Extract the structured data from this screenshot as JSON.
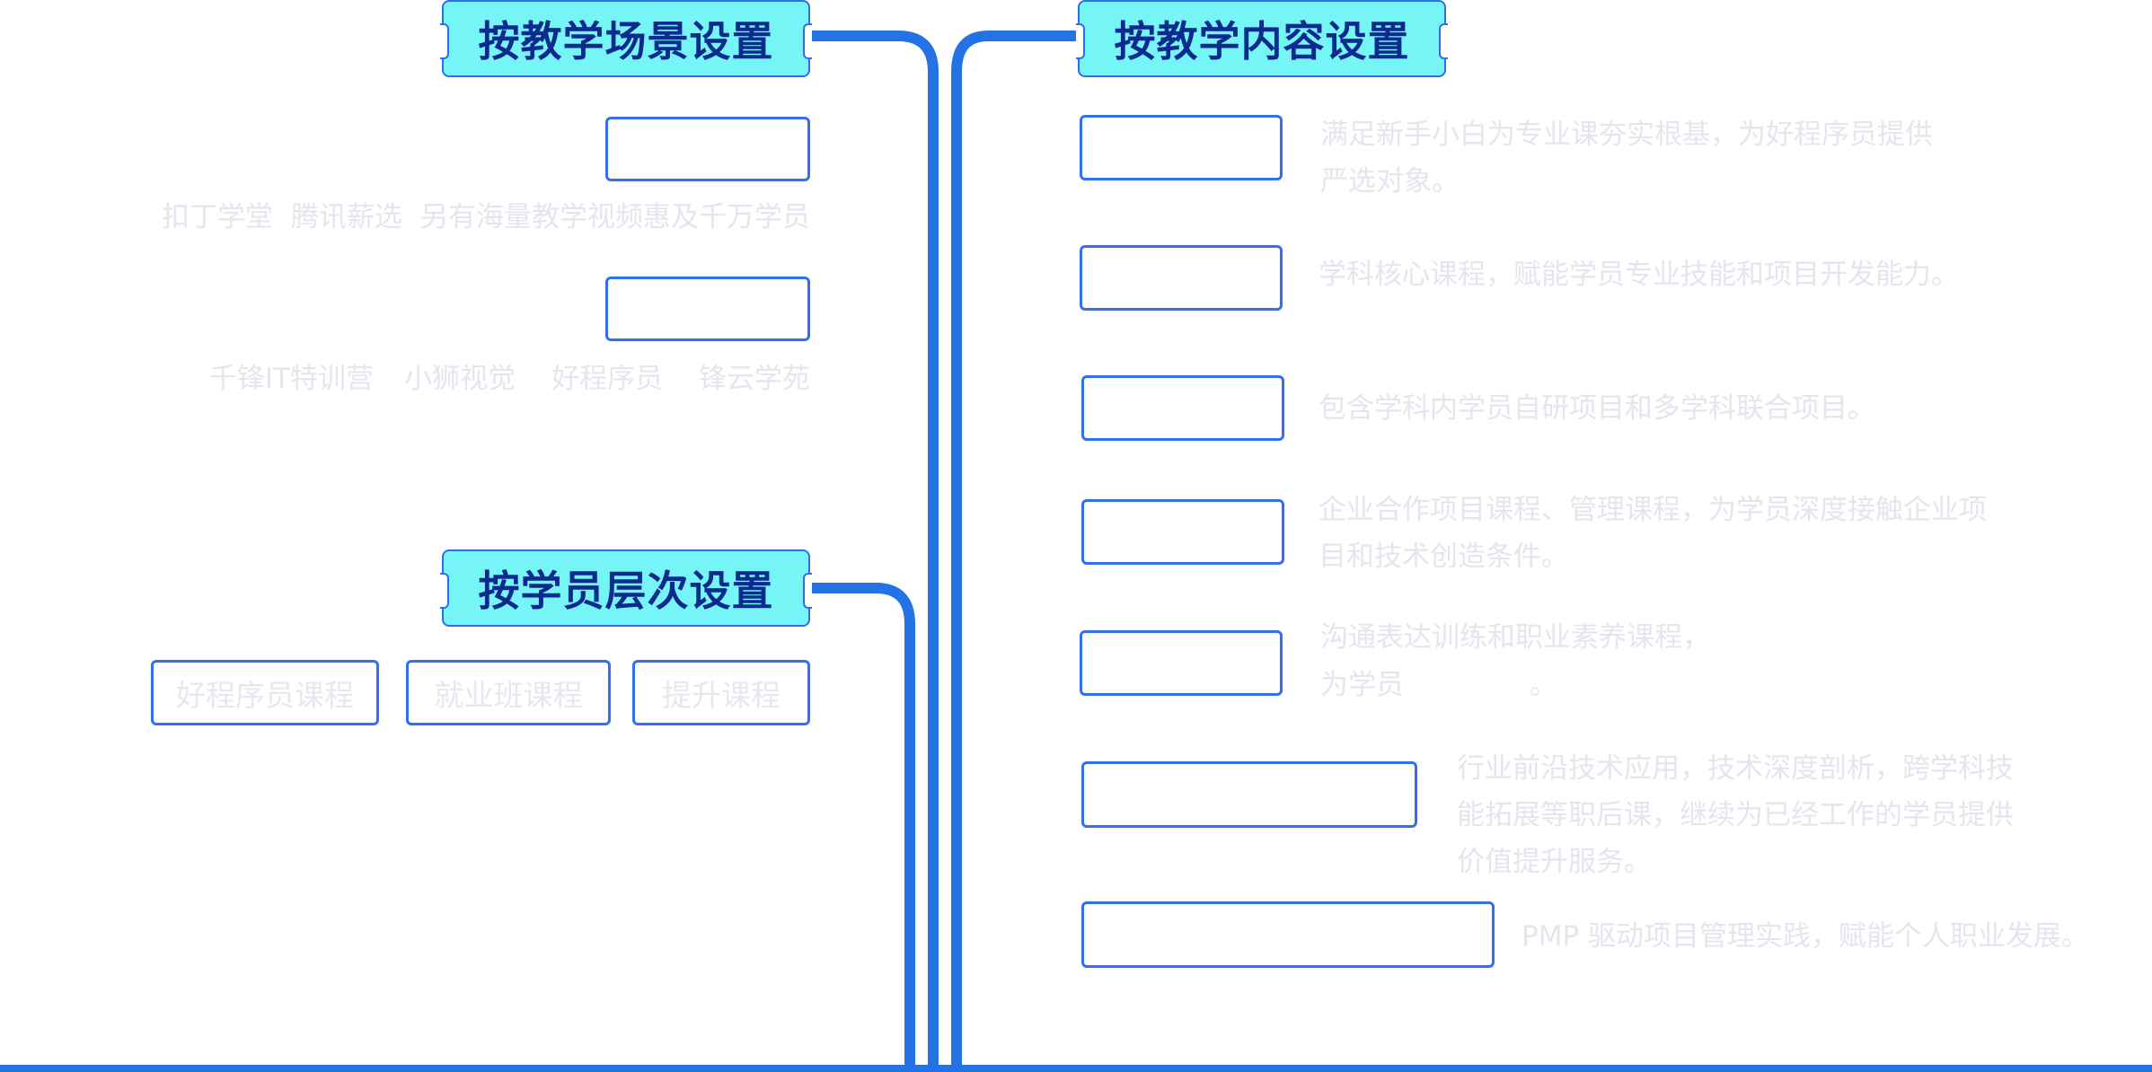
{
  "colors": {
    "line_blue": "#2372e6",
    "header_fill": "#76f5f7",
    "header_text": "#0d2a8f",
    "box_border": "#3370ef",
    "faint_text": "#e3e6ee"
  },
  "categories": {
    "scene": {
      "title": "按教学场景设置",
      "platforms_row1": [
        "扣丁学堂",
        "腾讯薪选",
        "另有海量教学视频惠及千万学员"
      ],
      "platforms_row2": [
        "千锋IT特训营",
        "小狮视觉",
        "好程序员",
        "锋云学苑"
      ]
    },
    "level": {
      "title": "按学员层次设置",
      "courses": [
        "好程序员课程",
        "就业班课程",
        "提升课程"
      ]
    },
    "content": {
      "title": "按教学内容设置",
      "items": [
        {
          "description": "满足新手小白为专业课夯实根基，为好程序员提供严选对象。"
        },
        {
          "description": "学科核心课程，赋能学员专业技能和项目开发能力。"
        },
        {
          "description": "包含学科内学员自研项目和多学科联合项目。"
        },
        {
          "description": "企业合作项目课程、管理课程，为学员深度接触企业项目和技术创造条件。"
        },
        {
          "description_line1": "沟通表达训练和职业素养课程，",
          "description_line2a": "为学员",
          "description_line2b": "。"
        },
        {
          "description": "行业前沿技术应用，技术深度剖析，跨学科技能拓展等职后课，继续为已经工作的学员提供价值提升服务。"
        },
        {
          "description": "PMP 驱动项目管理实践，赋能个人职业发展。"
        }
      ]
    }
  }
}
